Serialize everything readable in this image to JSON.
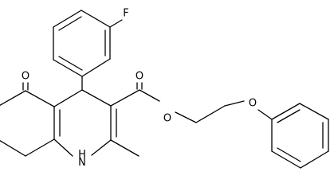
{
  "structure": {
    "atom_labels": {
      "fluorine": "F",
      "ketone_oxygen": "O",
      "ester_oxygen_carbonyl": "O",
      "ester_oxygen_linker": "O",
      "ether_oxygen": "O",
      "amine": "HN"
    },
    "colors": {
      "bond": "#000000",
      "background": "#ffffff"
    }
  }
}
